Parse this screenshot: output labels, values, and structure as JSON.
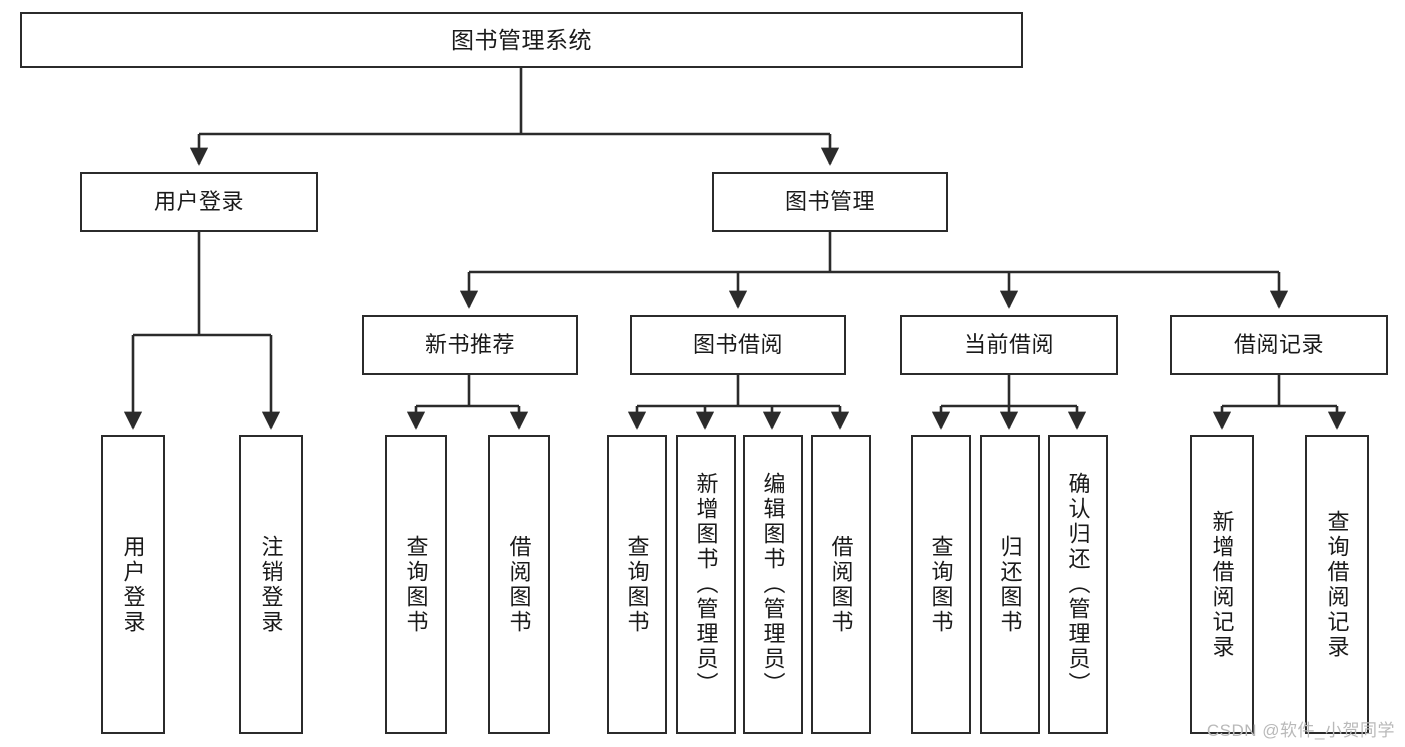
{
  "diagram": {
    "title": "图书管理系统",
    "type": "tree-hierarchy",
    "watermark": "CSDN @软件_小贺同学",
    "colors": {
      "background": "#ffffff",
      "border": "#2b2b2b",
      "text": "#1a1a1a",
      "connector": "#2b2b2b",
      "watermark": "#b9b9b9"
    },
    "root": {
      "label": "图书管理系统"
    },
    "level2": [
      {
        "id": "user-login",
        "label": "用户登录"
      },
      {
        "id": "book-admin",
        "label": "图书管理"
      }
    ],
    "level3": [
      {
        "id": "new-book-recommend",
        "label": "新书推荐"
      },
      {
        "id": "book-borrow",
        "label": "图书借阅"
      },
      {
        "id": "current-borrow",
        "label": "当前借阅"
      },
      {
        "id": "borrow-record",
        "label": "借阅记录"
      }
    ],
    "leaves": {
      "user_login": [
        {
          "id": "leaf-user-login",
          "label": "用户登录"
        },
        {
          "id": "leaf-logout-login",
          "label": "注销登录"
        }
      ],
      "new_book_recommend": [
        {
          "id": "leaf-query-book-1",
          "label": "查询图书"
        },
        {
          "id": "leaf-borrow-book-1",
          "label": "借阅图书"
        }
      ],
      "book_borrow": [
        {
          "id": "leaf-query-book-2",
          "label": "查询图书"
        },
        {
          "id": "leaf-add-book",
          "label": "新增图书（管理员）"
        },
        {
          "id": "leaf-edit-book",
          "label": "编辑图书（管理员）"
        },
        {
          "id": "leaf-borrow-book-2",
          "label": "借阅图书"
        }
      ],
      "current_borrow": [
        {
          "id": "leaf-query-book-3",
          "label": "查询图书"
        },
        {
          "id": "leaf-return-book",
          "label": "归还图书"
        },
        {
          "id": "leaf-confirm-return",
          "label": "确认归还（管理员）"
        }
      ],
      "borrow_record": [
        {
          "id": "leaf-add-record",
          "label": "新增借阅记录"
        },
        {
          "id": "leaf-query-record",
          "label": "查询借阅记录"
        }
      ]
    }
  }
}
